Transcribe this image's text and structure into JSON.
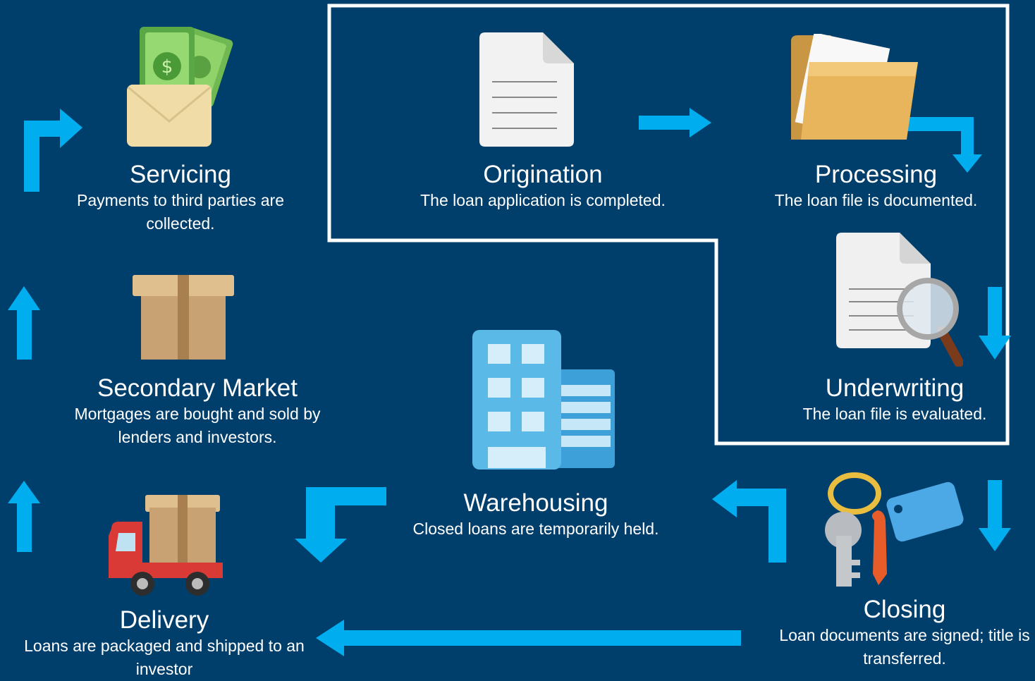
{
  "colors": {
    "background": "#003f6b",
    "arrow": "#00aeef",
    "frame": "#ffffff"
  },
  "stages": {
    "servicing": {
      "title": "Servicing",
      "desc": "Payments to third parties are collected.",
      "icon": "money-envelope-icon"
    },
    "origination": {
      "title": "Origination",
      "desc": "The loan application is completed.",
      "icon": "document-icon"
    },
    "processing": {
      "title": "Processing",
      "desc": "The loan file is documented.",
      "icon": "folder-icon"
    },
    "underwriting": {
      "title": "Underwriting",
      "desc": "The loan file is evaluated.",
      "icon": "magnifier-document-icon"
    },
    "secondary": {
      "title": "Secondary Market",
      "desc": "Mortgages are bought and sold by lenders and investors.",
      "icon": "box-icon"
    },
    "warehousing": {
      "title": "Warehousing",
      "desc": "Closed loans are temporarily held.",
      "icon": "building-icon"
    },
    "delivery": {
      "title": "Delivery",
      "desc": "Loans are packaged and shipped to an investor",
      "icon": "delivery-truck-icon"
    },
    "closing": {
      "title": "Closing",
      "desc": "Loan documents are signed; title is transferred.",
      "icon": "keys-icon"
    }
  }
}
